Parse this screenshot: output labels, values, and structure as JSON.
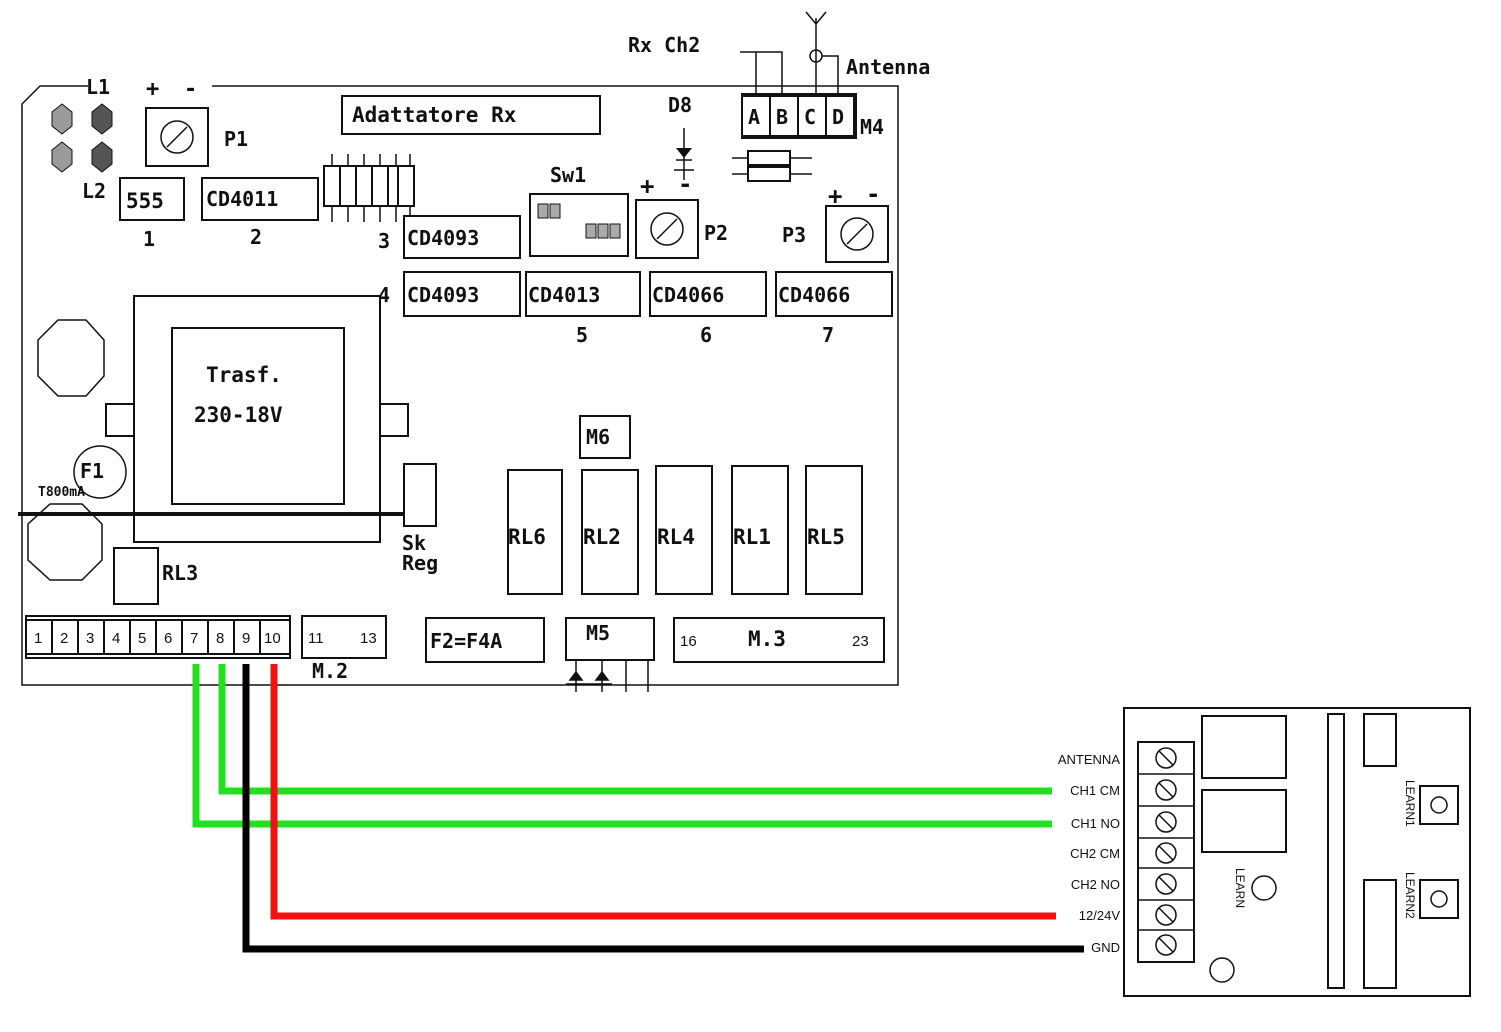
{
  "board": {
    "leds_label": "L1",
    "leds_plus": "+",
    "leds_minus": "-",
    "led2_label": "L2",
    "p1": "P1",
    "ic_555": "555",
    "ic_cd4011": "CD4011",
    "adattatore": "Adattatore Rx",
    "num1": "1",
    "num2": "2",
    "num3": "3",
    "num4": "4",
    "num5": "5",
    "num6": "6",
    "num7": "7",
    "ic_cd4093a": "CD4093",
    "ic_cd4093b": "CD4093",
    "ic_cd4013": "CD4013",
    "ic_cd4066a": "CD4066",
    "ic_cd4066b": "CD4066",
    "sw1": "Sw1",
    "p2": "P2",
    "p3": "P3",
    "d8": "D8",
    "m4": "M4",
    "m4_pins": [
      "A",
      "B",
      "C",
      "D"
    ],
    "rx_ch2": "Rx Ch2",
    "antenna": "Antenna",
    "trasf_line1": "Trasf.",
    "trasf_line2": "230-18V",
    "f1": "F1",
    "f1_rating": "T800mA",
    "sk": "Sk",
    "reg": "Reg",
    "m6": "M6",
    "relays": [
      "RL6",
      "RL2",
      "RL4",
      "RL1",
      "RL5"
    ],
    "rl3": "RL3",
    "terminals": [
      "1",
      "2",
      "3",
      "4",
      "5",
      "6",
      "7",
      "8",
      "9",
      "10"
    ],
    "m2_left": "11",
    "m2_right": "13",
    "m2": "M.2",
    "fuse2": "F2=F4A",
    "m5": "M5",
    "m3_left": "16",
    "m3": "M.3",
    "m3_right": "23",
    "plus": "+",
    "minus": "-"
  },
  "receiver": {
    "terminals": [
      "ANTENNA",
      "CH1 CM",
      "CH1 NO",
      "CH2 CM",
      "CH2 NO",
      "12/24V",
      "GND"
    ],
    "learn": "LEARN",
    "learn1": "LEARN1",
    "learn2": "LEARN2"
  },
  "wires": {
    "green": "#22e01e",
    "red": "#f21010",
    "black": "#000000"
  }
}
